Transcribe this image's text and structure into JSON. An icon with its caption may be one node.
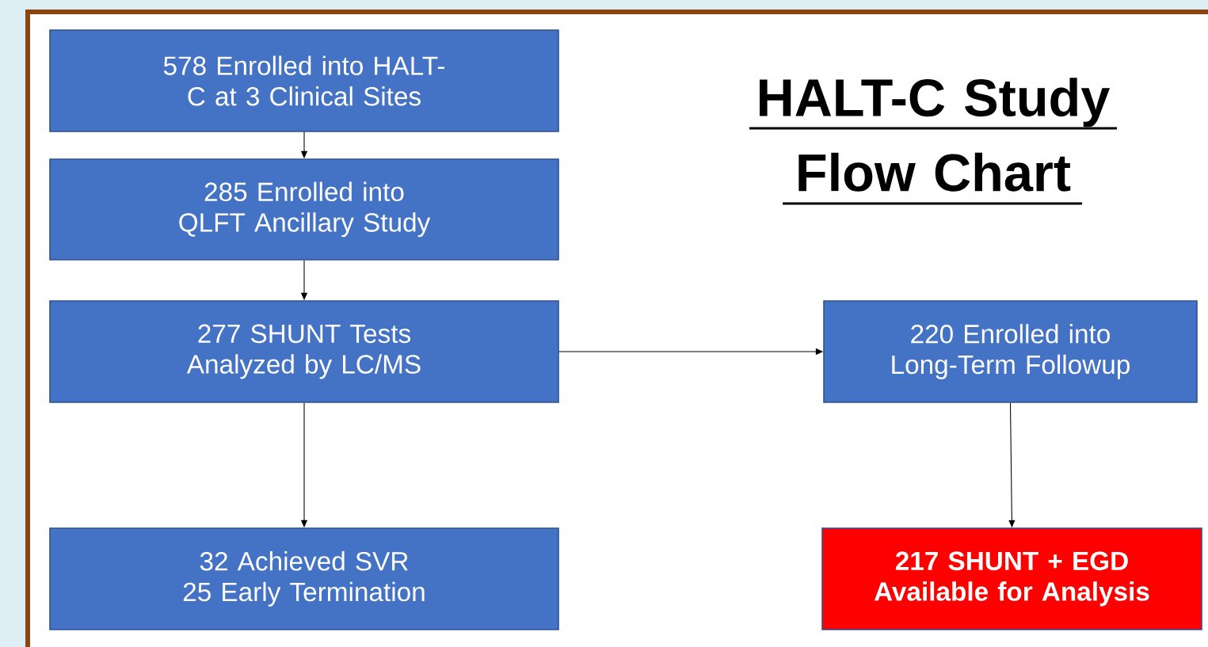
{
  "diagram": {
    "title": "HALT-C Study Flow Chart",
    "nodes": [
      {
        "text": [
          "578 Enrolled into HALT-C at 3 Clinical Sites"
        ]
      },
      {
        "text": [
          "285 Enrolled into QLFT Ancillary Study"
        ]
      },
      {
        "text": [
          "277 SHUNT Tests Analyzed by LC/MS"
        ]
      },
      {
        "text": [
          "32 Achieved SVR",
          "25 Early Termination"
        ]
      },
      {
        "text": [
          "220 Enrolled into Long-Term Followup"
        ]
      },
      {
        "text": [
          "217 SHUNT + EGD Available for Analysis"
        ]
      }
    ],
    "edges": [
      {
        "from": 0,
        "to": 1,
        "arrow": "to"
      },
      {
        "from": 1,
        "to": 2,
        "arrow": "to"
      },
      {
        "from": 2,
        "to": 4,
        "arrow": "to"
      },
      {
        "from": 2,
        "to": 3,
        "arrow": "to"
      },
      {
        "from": 4,
        "to": 5,
        "arrow": "to"
      }
    ]
  }
}
